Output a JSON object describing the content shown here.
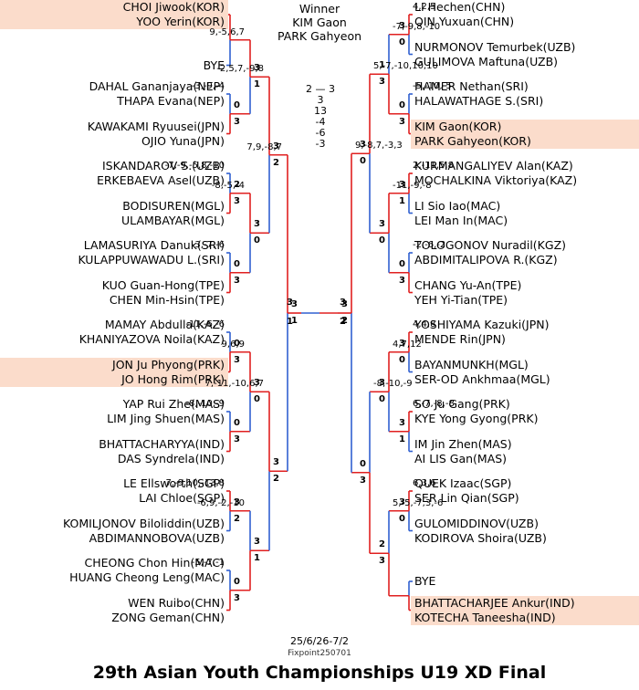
{
  "title": "29th Asian Youth Championships U19 XD Final",
  "date": "25/6/26-7/2",
  "credit": "Fixpoint250701",
  "winner": {
    "label": "Winner",
    "names": [
      "KIM Gaon",
      "PARK Gahyeon"
    ]
  },
  "final_stats": [
    "2 — 3",
    "3",
    "13",
    "-4",
    "-6",
    "-3"
  ],
  "colors": {
    "winner_line": "#e02020",
    "loser_line": "#3060d0",
    "highlight": "#fbdccb"
  },
  "left_draw": [
    {
      "players": [
        "CHOI Jiwook(KOR)",
        "YOO Yerin(KOR)"
      ],
      "highlight": true
    },
    {
      "players": [
        "BYE"
      ]
    },
    {
      "players": [
        "DAHAL Gananjaya(NEP)",
        "THAPA Evana(NEP)"
      ]
    },
    {
      "players": [
        "KAWAKAMI Ryuusei(JPN)",
        "OJIO Yuna(JPN)"
      ]
    },
    {
      "players": [
        "ISKANDAROV S.(UZB)",
        "ERKEBAEVA Asel(UZB)"
      ]
    },
    {
      "players": [
        "BODISUREN(MGL)",
        "ULAMBAYAR(MGL)"
      ]
    },
    {
      "players": [
        "LAMASURIYA Danuk(SRI)",
        "KULAPPUWAWADU L.(SRI)"
      ]
    },
    {
      "players": [
        "KUO Guan-Hong(TPE)",
        "CHEN Min-Hsin(TPE)"
      ]
    },
    {
      "players": [
        "MAMAY Abdulla(KAZ)",
        "KHANIYAZOVA Noila(KAZ)"
      ]
    },
    {
      "players": [
        "JON Ju Phyong(PRK)",
        "JO Hong Rim(PRK)"
      ],
      "highlight": true
    },
    {
      "players": [
        "YAP Rui Zhe(MAS)",
        "LIM Jing Shuen(MAS)"
      ]
    },
    {
      "players": [
        "BHATTACHARYYA(IND)",
        "DAS Syndrela(IND)"
      ]
    },
    {
      "players": [
        "LE Ellsworth(SGP)",
        "LAI Chloe(SGP)"
      ]
    },
    {
      "players": [
        "KOMILJONOV Biloliddin(UZB)",
        "ABDIMANNOBOVA(UZB)"
      ]
    },
    {
      "players": [
        "CHEONG Chon Hin(MAC)",
        "HUANG Cheong Leng(MAC)"
      ]
    },
    {
      "players": [
        "WEN Ruibo(CHN)",
        "ZONG Geman(CHN)"
      ]
    }
  ],
  "right_draw": [
    {
      "players": [
        "LI Hechen(CHN)",
        "QIN Yuxuan(CHN)"
      ]
    },
    {
      "players": [
        "NURMONOV Temurbek(UZB)",
        "GULIMOVA Maftuna(UZB)"
      ]
    },
    {
      "players": [
        "HAMER Nethan(SRI)",
        "HALAWATHAGE S.(SRI)"
      ]
    },
    {
      "players": [
        "KIM Gaon(KOR)",
        "PARK Gahyeon(KOR)"
      ],
      "highlight": true
    },
    {
      "players": [
        "KURMANGALIYEV Alan(KAZ)",
        "MOCHALKINA Viktoriya(KAZ)"
      ]
    },
    {
      "players": [
        "LI Sio Iao(MAC)",
        "LEI Man In(MAC)"
      ]
    },
    {
      "players": [
        "TOLOGONOV Nuradil(KGZ)",
        "ABDIMITALIPOVA R.(KGZ)"
      ]
    },
    {
      "players": [
        "CHANG Yu-An(TPE)",
        "YEH Yi-Tian(TPE)"
      ]
    },
    {
      "players": [
        "YOSHIYAMA Kazuki(JPN)",
        "MENDE Rin(JPN)"
      ]
    },
    {
      "players": [
        "BAYANMUNKH(MGL)",
        "SER-OD Ankhmaa(MGL)"
      ]
    },
    {
      "players": [
        "SO Ju Gang(PRK)",
        "KYE Yong Gyong(PRK)"
      ]
    },
    {
      "players": [
        "IM Jin Zhen(MAS)",
        "AI LIS Gan(MAS)"
      ]
    },
    {
      "players": [
        "QUEK Izaac(SGP)",
        "SER Lin Qian(SGP)"
      ]
    },
    {
      "players": [
        "GULOMIDDINOV(UZB)",
        "KODIROVA Shoira(UZB)"
      ]
    },
    {
      "players": [
        "BYE"
      ]
    },
    {
      "players": [
        "BHATTACHARJEE Ankur(IND)",
        "KOTECHA Taneesha(IND)"
      ],
      "highlight": true
    }
  ],
  "left_rounds": [
    [
      {
        "top": "",
        "bottom": "",
        "winner": "top",
        "score": ""
      },
      {
        "top": "0",
        "bottom": "3",
        "winner": "bottom",
        "score": "-3,-9,-4"
      },
      {
        "top": "2",
        "bottom": "3",
        "winner": "bottom",
        "score": "-7,-9,-5,8,-10"
      },
      {
        "top": "0",
        "bottom": "3",
        "winner": "bottom",
        "score": "-3,-7,-6"
      },
      {
        "top": "0",
        "bottom": "3",
        "winner": "bottom",
        "score": "-11,-6,-6"
      },
      {
        "top": "0",
        "bottom": "3",
        "winner": "bottom",
        "score": "-8,-10,-9"
      },
      {
        "top": "3",
        "bottom": "2",
        "winner": "top",
        "score": "7,-9,10,-13,8"
      },
      {
        "top": "0",
        "bottom": "3",
        "winner": "bottom",
        "score": "-5,-7,-1"
      }
    ],
    [
      {
        "top": "3",
        "bottom": "1",
        "winner": "top",
        "score": "9,-5,6,7"
      },
      {
        "top": "3",
        "bottom": "0",
        "winner": "top",
        "score": "-8,-5,-4"
      },
      {
        "top": "3",
        "bottom": "0",
        "winner": "top",
        "score": "9,6,9"
      },
      {
        "top": "3",
        "bottom": "1",
        "winner": "bottom",
        "score": "-6,9,-2,-10"
      }
    ],
    [
      {
        "top": "3",
        "bottom": "2",
        "winner": "top",
        "score": "-2,5,7,-9,8"
      },
      {
        "top": "3",
        "bottom": "2",
        "winner": "top",
        "score": "7,-11,-10,6,7"
      }
    ],
    [
      {
        "top": "3",
        "bottom": "1",
        "winner": "top",
        "score": "7,9,-8,7"
      }
    ]
  ],
  "right_rounds": [
    [
      {
        "top": "3",
        "bottom": "0",
        "winner": "top",
        "score": "4,2,5"
      },
      {
        "top": "0",
        "bottom": "3",
        "winner": "bottom",
        "score": "-5,-10,-5"
      },
      {
        "top": "3",
        "bottom": "1",
        "winner": "top",
        "score": "2,-11,5,8"
      },
      {
        "top": "0",
        "bottom": "3",
        "winner": "bottom",
        "score": "-2,-6,-2"
      },
      {
        "top": "3",
        "bottom": "0",
        "winner": "top",
        "score": "4,4,8"
      },
      {
        "top": "3",
        "bottom": "1",
        "winner": "top",
        "score": "6,-7,-8,-8"
      },
      {
        "top": "3",
        "bottom": "0",
        "winner": "top",
        "score": "6,3,6"
      },
      {
        "top": "",
        "bottom": "",
        "winner": "bottom",
        "score": ""
      }
    ],
    [
      {
        "top": "1",
        "bottom": "3",
        "winner": "bottom",
        "score": "-7,-9,8,-10"
      },
      {
        "top": "3",
        "bottom": "0",
        "winner": "top",
        "score": "-11,-9,-8"
      },
      {
        "top": "3",
        "bottom": "0",
        "winner": "top",
        "score": "4,7,12"
      },
      {
        "top": "2",
        "bottom": "3",
        "winner": "bottom",
        "score": "5,-5,-7,3,-6"
      }
    ],
    [
      {
        "top": "3",
        "bottom": "0",
        "winner": "top",
        "score": "5,-7,-10,10,10"
      },
      {
        "top": "0",
        "bottom": "3",
        "winner": "bottom",
        "score": "-8,-10,-9"
      }
    ],
    [
      {
        "top": "3",
        "bottom": "2",
        "winner": "top",
        "score": "9,-8,7,-3,3"
      }
    ]
  ],
  "final": {
    "left": "3",
    "right": "3",
    "left_set": "1",
    "right_set": "2",
    "winner": "right"
  }
}
